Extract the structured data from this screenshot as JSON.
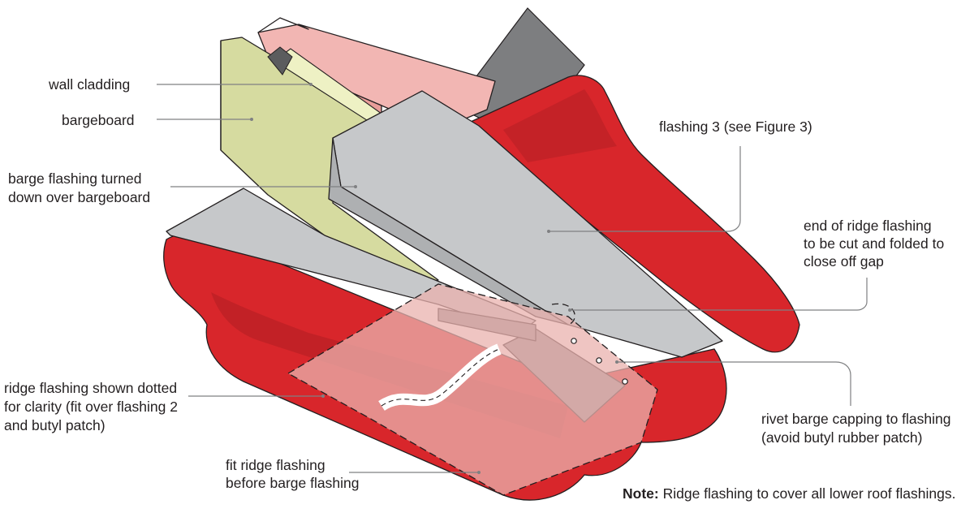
{
  "callouts": {
    "wall_cladding": "wall cladding",
    "bargeboard": "bargeboard",
    "barge_flashing_1": "barge flashing turned",
    "barge_flashing_2": "down over bargeboard",
    "flashing_3": "flashing 3 (see Figure 3)",
    "end_ridge_1": "end of ridge flashing",
    "end_ridge_2": "to be cut and folded to",
    "end_ridge_3": "close off gap",
    "ridge_dotted_1": "ridge flashing shown dotted",
    "ridge_dotted_2": "for clarity (fit over flashing 2",
    "ridge_dotted_3": "and butyl patch)",
    "rivet_1": "rivet barge capping to flashing",
    "rivet_2": "(avoid butyl rubber patch)",
    "fit_ridge_1": "fit ridge flashing",
    "fit_ridge_2": "before barge flashing"
  },
  "note": {
    "label": "Note:",
    "text": " Ridge flashing to cover all lower roof flashings."
  },
  "colors": {
    "roof_red": "#d8262b",
    "roof_red_dark": "#9e1b1f",
    "flashing_grey": "#c6c8ca",
    "flashing_dark": "#8f9193",
    "bargeboard_green": "#d6dba0",
    "timber_pink": "#f2b6b3",
    "wall_grey": "#7d7e80",
    "ridge_pink": "#eab1ad"
  }
}
